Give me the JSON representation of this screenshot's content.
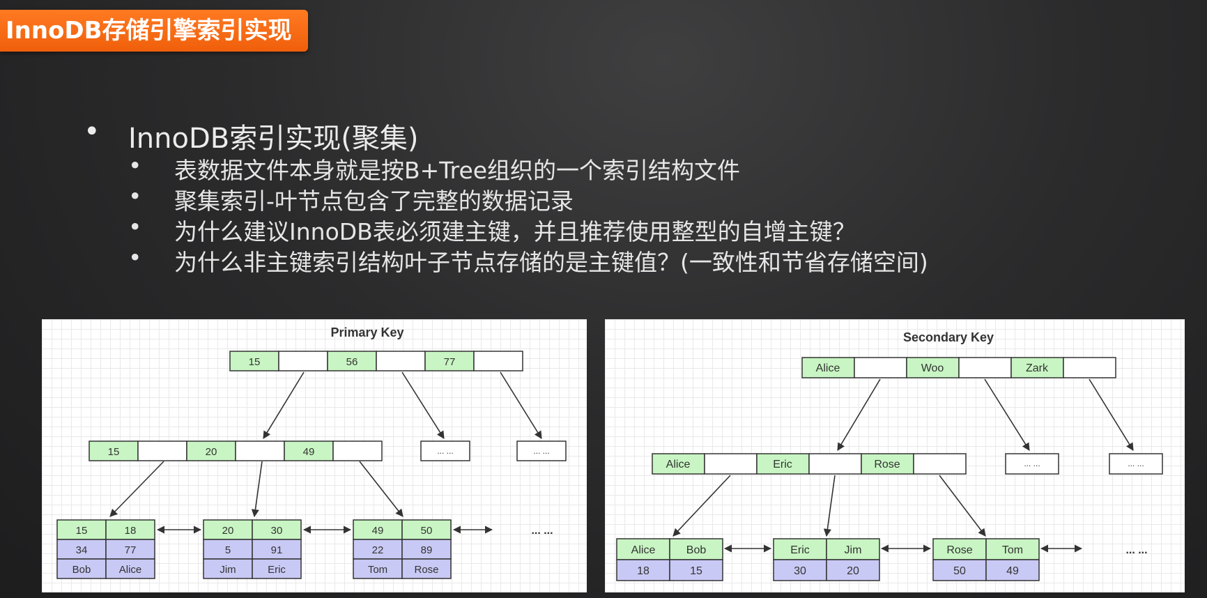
{
  "slide": {
    "title": "InnoDB存储引擎索引实现",
    "bullet_glyph": "•",
    "main_bullet": "InnoDB索引实现(聚集)",
    "sub_bullets": [
      "表数据文件本身就是按B+Tree组织的一个索引结构文件",
      "聚集索引-叶节点包含了完整的数据记录",
      "为什么建议InnoDB表必须建主键，并且推荐使用整型的自增主键？",
      "为什么非主键索引结构叶子节点存储的是主键值？(一致性和节省存储空间)"
    ]
  },
  "colors": {
    "accent": "#f26a12",
    "key_cell": "#c8f5c3",
    "data_cell": "#c9c9f5",
    "border": "#333333"
  },
  "primary_key_diagram": {
    "title": "Primary Key",
    "root": [
      "15",
      "56",
      "77"
    ],
    "internal": [
      "15",
      "20",
      "49"
    ],
    "placeholder": "... ...",
    "more": "... ...",
    "leaves": [
      {
        "keys": [
          "15",
          "18"
        ],
        "row2": [
          "34",
          "77"
        ],
        "row3": [
          "Bob",
          "Alice"
        ]
      },
      {
        "keys": [
          "20",
          "30"
        ],
        "row2": [
          "5",
          "91"
        ],
        "row3": [
          "Jim",
          "Eric"
        ]
      },
      {
        "keys": [
          "49",
          "50"
        ],
        "row2": [
          "22",
          "89"
        ],
        "row3": [
          "Tom",
          "Rose"
        ]
      }
    ]
  },
  "secondary_key_diagram": {
    "title": "Secondary Key",
    "root": [
      "Alice",
      "Woo",
      "Zark"
    ],
    "internal": [
      "Alice",
      "Eric",
      "Rose"
    ],
    "placeholder": "... ...",
    "more": "... ...",
    "leaves": [
      {
        "keys": [
          "Alice",
          "Bob"
        ],
        "values": [
          "18",
          "15"
        ]
      },
      {
        "keys": [
          "Eric",
          "Jim"
        ],
        "values": [
          "30",
          "20"
        ]
      },
      {
        "keys": [
          "Rose",
          "Tom"
        ],
        "values": [
          "50",
          "49"
        ]
      }
    ]
  }
}
